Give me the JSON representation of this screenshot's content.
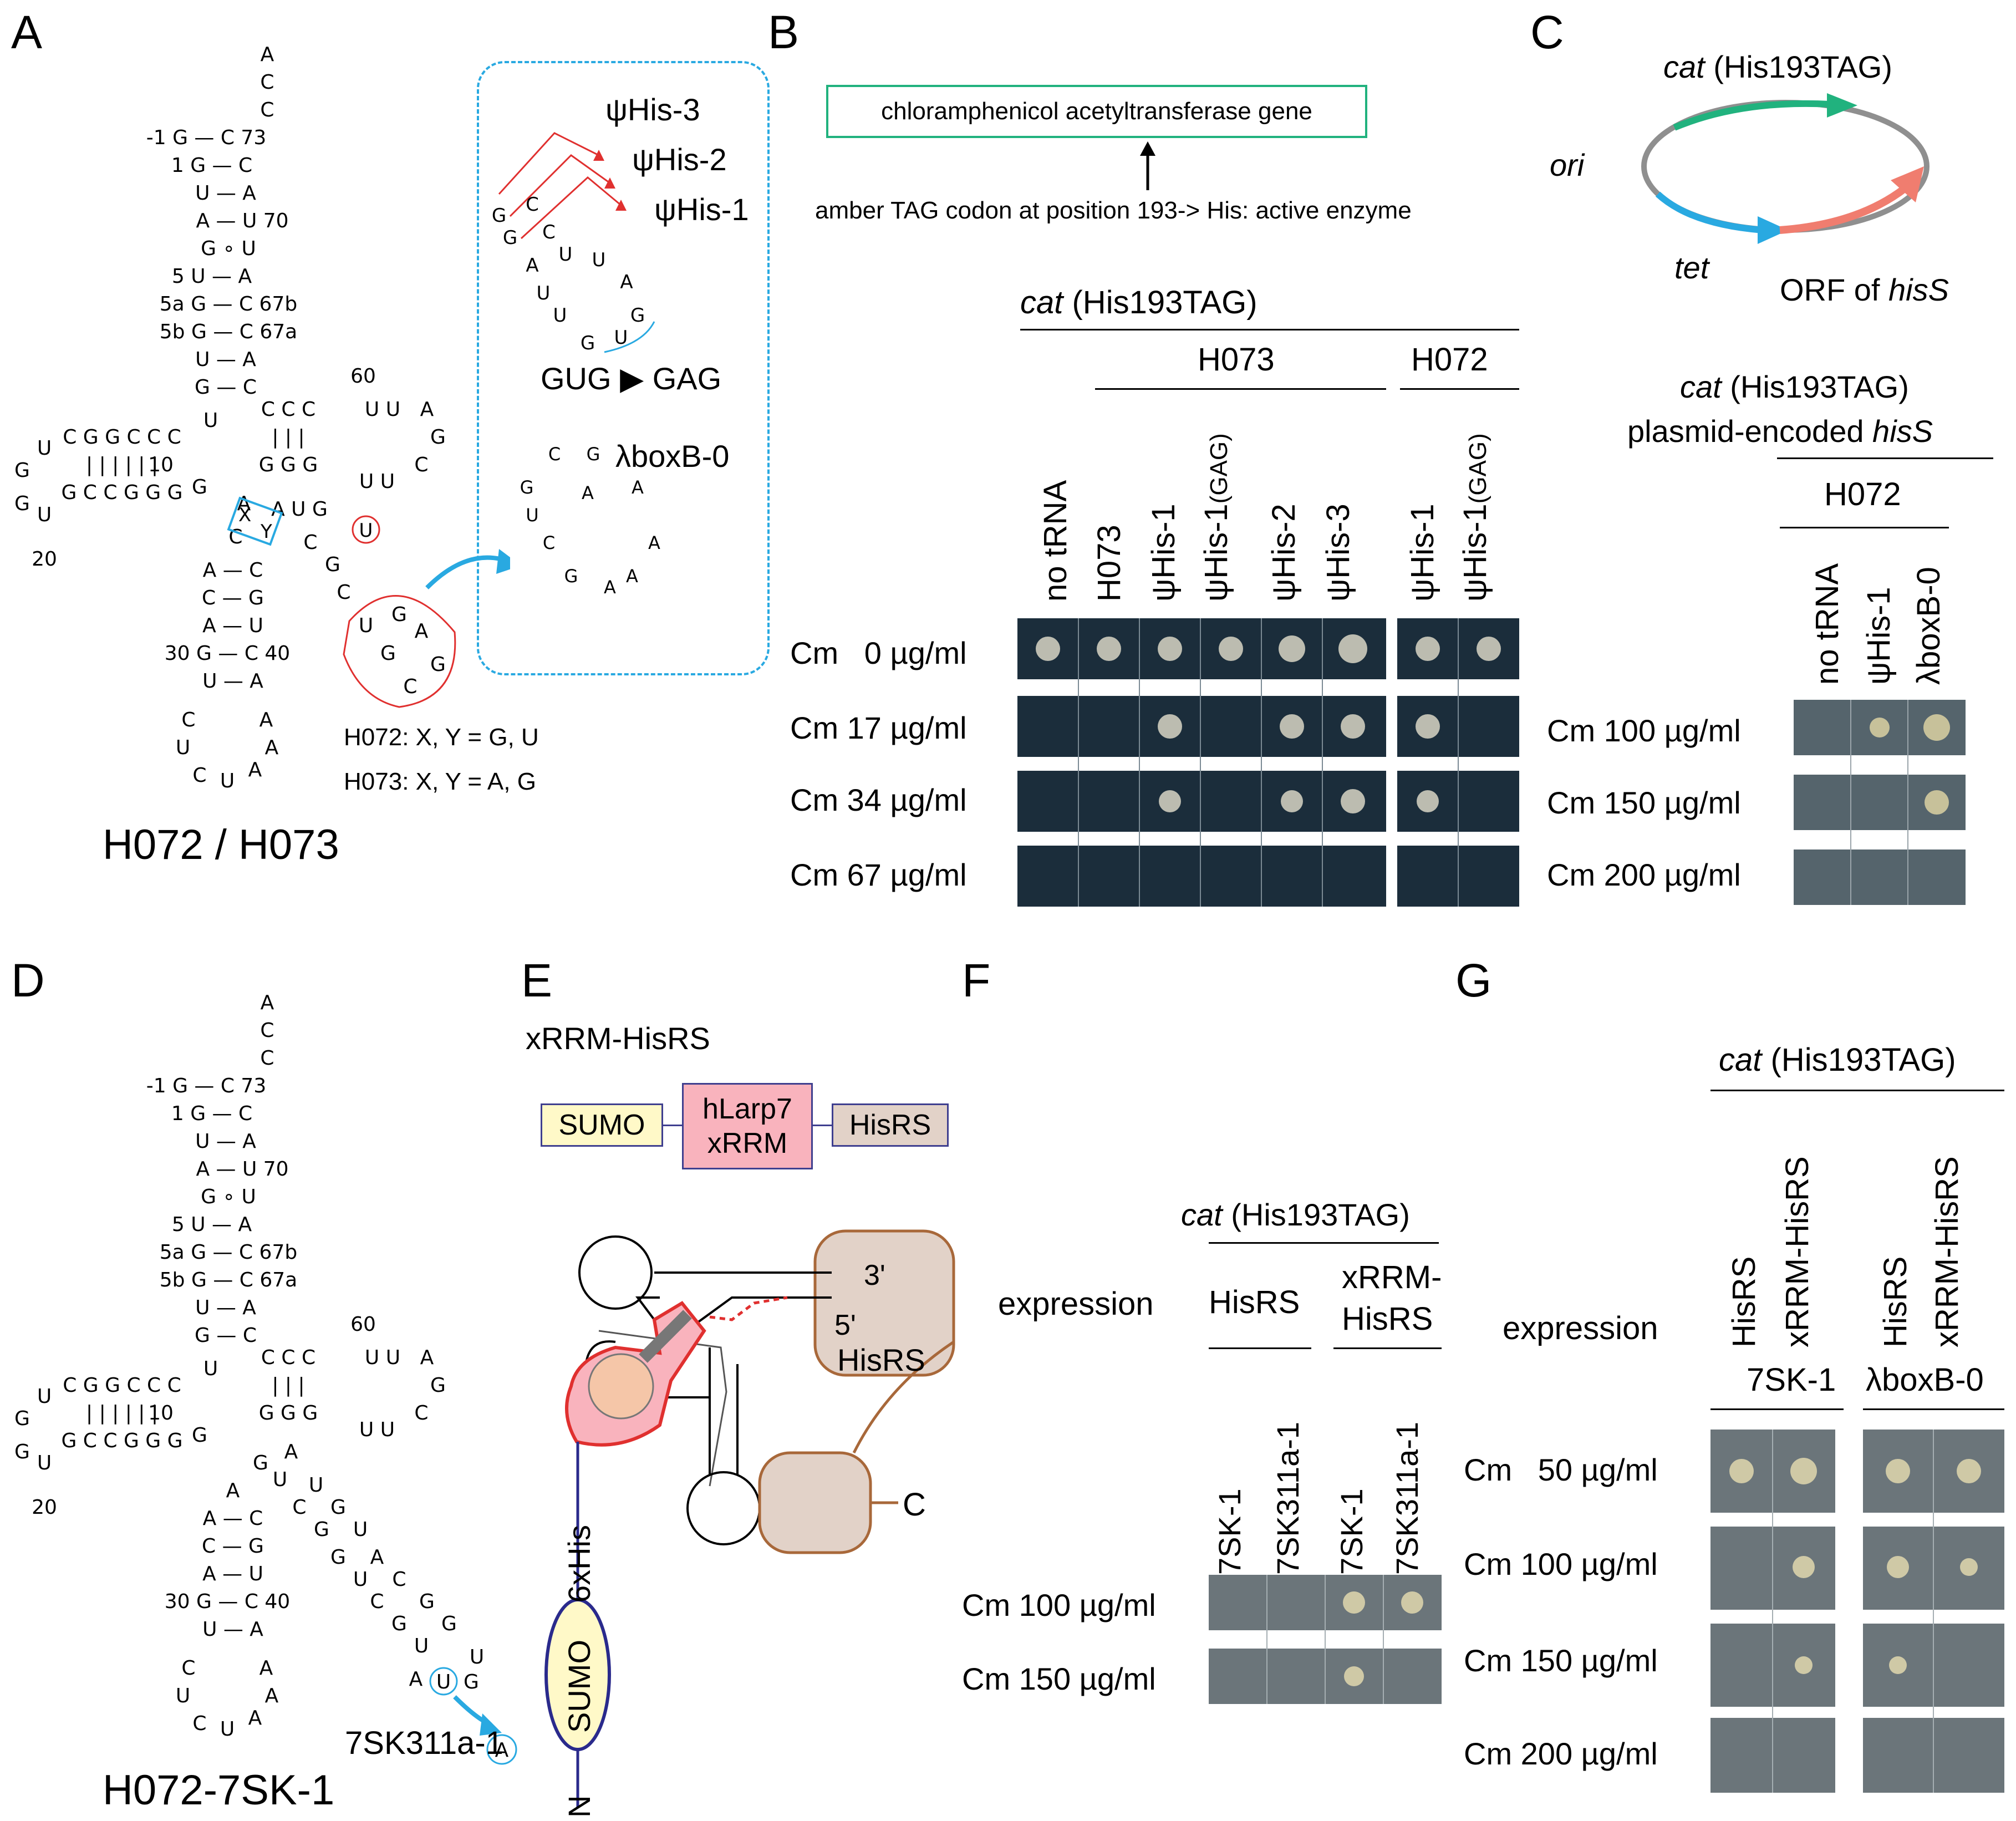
{
  "panels": {
    "A": "A",
    "B": "B",
    "C": "C",
    "D": "D",
    "E": "E",
    "F": "F",
    "G": "G"
  },
  "A": {
    "title": "H072 / H073",
    "box": {
      "l3": "ψHis-3",
      "l2": "ψHis-2",
      "l1": "ψHis-1",
      "mut": "GUG ▶ GAG",
      "boxb": "λboxB-0"
    },
    "notes": {
      "h072": "H072: X, Y = G, U",
      "h073": "H073: X, Y = A, G"
    }
  },
  "B": {
    "gene": "chloramphenicol acetyltransferase gene",
    "amber": "amber TAG codon at position 193-> His: active enzyme",
    "cat": "cat",
    "cat_suffix": " (His193TAG)",
    "h073": "H073",
    "h072": "H072",
    "cols": [
      "no tRNA",
      "H073",
      "ψHis-1",
      "ψHis-1",
      "ψHis-2",
      "ψHis-3",
      "ψHis-1",
      "ψHis-1"
    ],
    "gag": "(GAG)",
    "rows": [
      "Cm   0 µg/ml",
      "Cm 17 µg/ml",
      "Cm 34 µg/ml",
      "Cm 67 µg/ml"
    ]
  },
  "C": {
    "cat": "cat",
    "cat_suffix": " (His193TAG)",
    "ori": "ori",
    "tet": "tet",
    "orf": "ORF of ",
    "hisS": "hisS",
    "title_cat": "cat",
    "title_suffix": " (His193TAG)",
    "title2": "plasmid-encoded ",
    "h072": "H072",
    "cols": [
      "no tRNA",
      "ψHis-1",
      "λboxB-0"
    ],
    "rows": [
      "Cm 100 µg/ml",
      "Cm 150 µg/ml",
      "Cm 200 µg/ml"
    ]
  },
  "D": {
    "title": "H072-7SK-1",
    "label": "7SK311a-1"
  },
  "E": {
    "title": "xRRM-HisRS",
    "sumo": "SUMO",
    "hlarp1": "hLarp7",
    "hlarp2": "xRRM",
    "hisrs": "HisRS",
    "his6": "6xHis",
    "sumo2": "SUMO",
    "n": "N",
    "c": "C",
    "p3": "3'",
    "p5": "5'",
    "hisrs2": "HisRS"
  },
  "F": {
    "cat": "cat",
    "cat_suffix": " (His193TAG)",
    "expression": "expression",
    "hisrs": "HisRS",
    "xrrm1": "xRRM-",
    "xrrm2": "HisRS",
    "cols": [
      "7SK-1",
      "7SK311a-1",
      "7SK-1",
      "7SK311a-1"
    ],
    "rows": [
      "Cm 100 µg/ml",
      "Cm 150 µg/ml"
    ]
  },
  "G": {
    "cat": "cat",
    "cat_suffix": " (His193TAG)",
    "expression": "expression",
    "cols": [
      "HisRS",
      "xRRM-HisRS",
      "HisRS",
      "xRRM-HisRS"
    ],
    "grp1": "7SK-1",
    "grp2": "λboxB-0",
    "rows": [
      "Cm   50 µg/ml",
      "Cm 100 µg/ml",
      "Cm 150 µg/ml",
      "Cm 200 µg/ml"
    ]
  },
  "colors": {
    "cyan": "#29a9e1",
    "red": "#e0302f",
    "green": "#21b27e",
    "salmon": "#f07d6f",
    "plate_dark": "#1b2d3b",
    "plate_gray": "#55646c"
  }
}
